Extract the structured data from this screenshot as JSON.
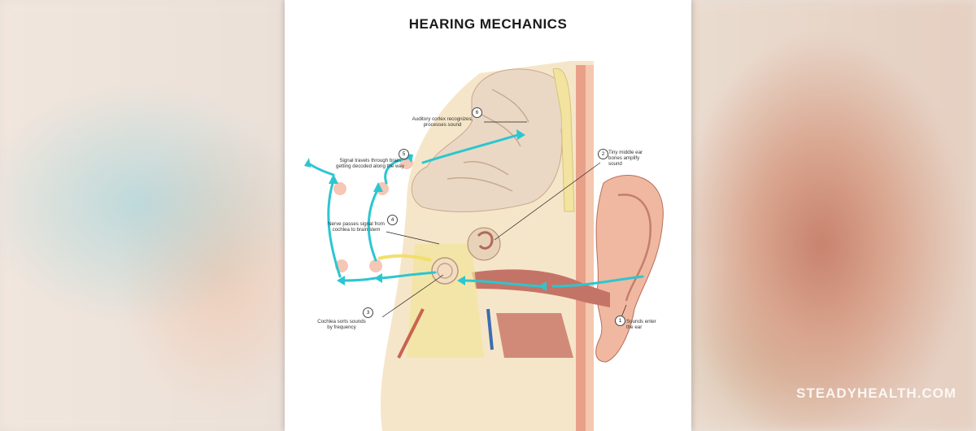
{
  "title": "HEARING MECHANICS",
  "steps": [
    {
      "num": "1",
      "text": "Sounds enter the ear"
    },
    {
      "num": "2",
      "text": "Tiny middle ear bones amplify sound"
    },
    {
      "num": "3",
      "text": "Cochlea sorts sounds by frequency"
    },
    {
      "num": "4",
      "text": "Nerve passes signal from cochlea to brain stem"
    },
    {
      "num": "5",
      "text": "Signal travels through brain getting decoded along the way"
    },
    {
      "num": "6",
      "text": "Auditory cortex recognizes, processes sound"
    }
  ],
  "watermark": "STEADYHEALTH.COM",
  "colors": {
    "arrow": "#2cc6d0",
    "skin": "#f0c8ad",
    "brain": "#eadbc8",
    "canal": "#c47466",
    "bone": "#f2e49a"
  }
}
